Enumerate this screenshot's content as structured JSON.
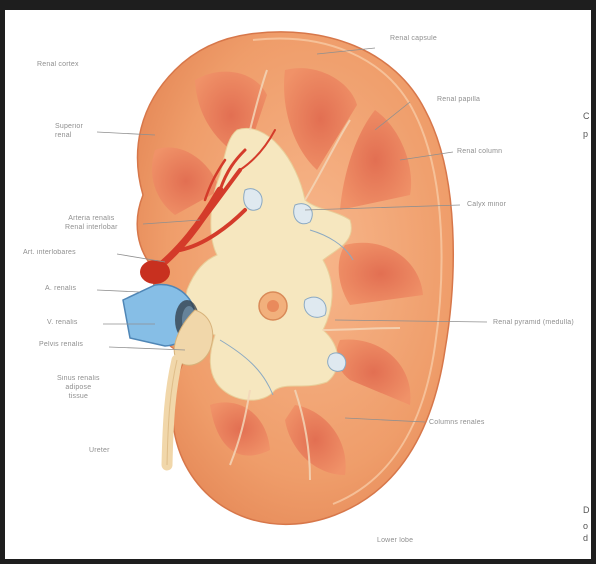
{
  "diagram": {
    "left_labels": [
      "Renal cortex",
      "Superior\nrenal",
      "Arteria renalis\nRenal interlobar",
      "Art. interlobares",
      "A. renalis",
      "V. renalis",
      "Pelvis renalis",
      "Sinus renalis\nadipose\ntissue",
      "Ureter"
    ],
    "right_labels": [
      "Renal capsule",
      "Renal papilla",
      "Renal column",
      "Calyx minor",
      "Renal pyramid (medulla)",
      "Columns renales",
      "Lower lobe"
    ],
    "edge_text": [
      "C",
      "p",
      "D",
      "o",
      "d"
    ],
    "colors": {
      "frame": "#1e1e1e",
      "cortex": "#ef9d6a",
      "medulla": "#d9634a",
      "sinus": "#f6e7bf",
      "artery": "#d43b2a",
      "vein": "#7fb8e0",
      "ureter": "#f1d7aa"
    }
  }
}
